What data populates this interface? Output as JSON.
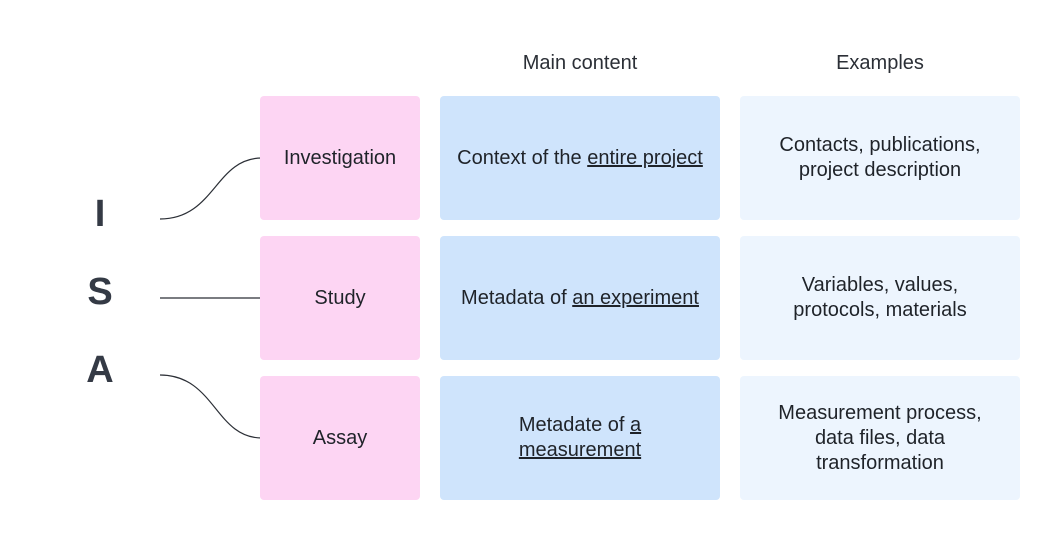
{
  "headers": {
    "main_content": "Main content",
    "examples": "Examples"
  },
  "letters": [
    "I",
    "S",
    "A"
  ],
  "rows": [
    {
      "label": "Investigation",
      "main_prefix": "Context of the ",
      "main_underlined": "entire project",
      "examples_line1": "Contacts, publications,",
      "examples_line2": "project description",
      "examples_line3": ""
    },
    {
      "label": "Study",
      "main_prefix": "Metadata of ",
      "main_underlined": "an experiment",
      "examples_line1": "Variables, values,",
      "examples_line2": "protocols, materials",
      "examples_line3": ""
    },
    {
      "label": "Assay",
      "main_prefix": "Metadate of ",
      "main_underlined_1": "a",
      "main_underlined_2": "measurement",
      "examples_line1": "Measurement process,",
      "examples_line2": "data files, data",
      "examples_line3": "transformation"
    }
  ],
  "colors": {
    "label_box": "#fdd5f3",
    "main_box": "#cfe4fc",
    "examples_box": "#edf5fe",
    "connector": "#2b2f36"
  }
}
